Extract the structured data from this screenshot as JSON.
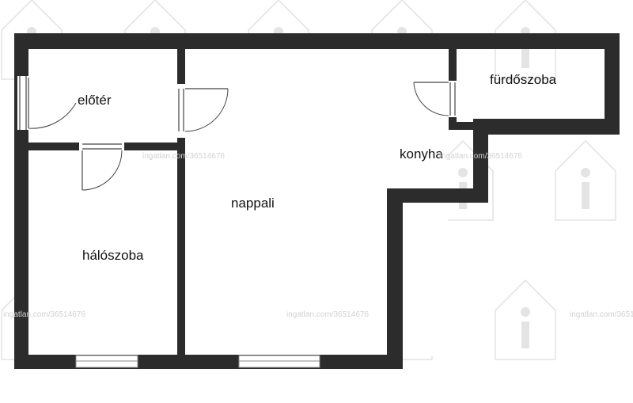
{
  "floor_plan": {
    "rooms": {
      "eloter": "előtér",
      "furdoszoba": "fürdőszoba",
      "konyha": "konyha",
      "nappali": "nappali",
      "haloszoba": "hálószoba"
    },
    "colors": {
      "wall": "#2c2c2c",
      "background": "#ffffff",
      "watermark": "#e4e4e4"
    }
  },
  "watermark": {
    "text": "ingatlan.com/36514676",
    "icon": "house-info-icon"
  }
}
